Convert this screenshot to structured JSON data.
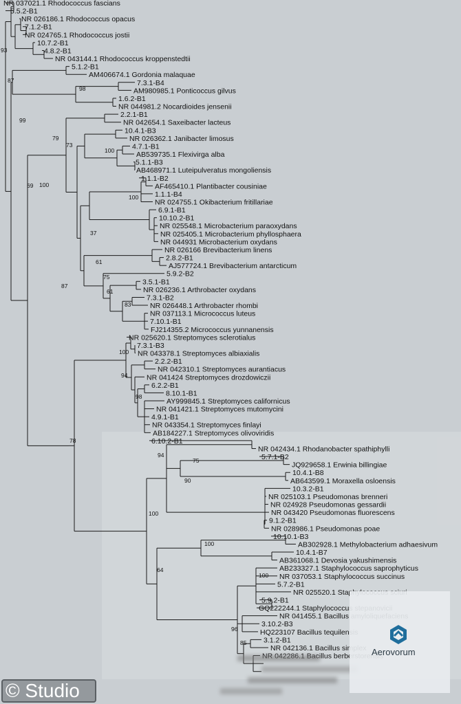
{
  "tree": {
    "leaves": [
      "NR 037021.1 Rhodococcus fascians",
      "5.5.2-B1",
      "NR 026186.1 Rhodococcus opacus",
      "7.1.2-B1",
      "NR 024765.1 Rhodococcus jostii",
      "10.7.2-B1",
      "4.8.2-B1",
      "NR 043144.1 Rhodococcus kroppenstedtii",
      "5.1.2-B1",
      "AM406674.1 Gordonia malaquae",
      "7.3.1-B4",
      "AM980985.1 Ponticoccus gilvus",
      "1.6.2-B1",
      "NR 044981.2 Nocardioides jensenii",
      "2.2.1-B1",
      "NR 042654.1 Saxeibacter lacteus",
      "10.4.1-B3",
      "NR 026362.1 Janibacter limosus",
      "4.7.1-B1",
      "AB539735.1 Flexivirga alba",
      "5.1.1-B3",
      "AB468971.1 Luteipulveratus mongoliensis",
      "1.1.1-B2",
      "AF465410.1 Plantibacter cousiniae",
      "1.1.1-B4",
      "NR 024755.1 Okibacterium fritillariae",
      "6.9.1-B1",
      "10.10.2-B1",
      "NR 025548.1 Microbacterium paraoxydans",
      "NR 025405.1 Microbacterium phyllosphaera",
      "NR 044931 Microbacterium oxydans",
      "NR 026166 Brevibacterium linens",
      "2.8.2-B1",
      "AJ577724.1 Brevibacterium antarcticum",
      "5.9.2-B2",
      "3.5.1-B1",
      "NR 026236.1 Arthrobacter oxydans",
      "7.3.1-B2",
      "NR 026448.1 Arthrobacter rhombi",
      "NR 037113.1 Micrococcus luteus",
      "7.10.1-B1",
      "FJ214355.2 Micrococcus yunnanensis",
      "NR 025620.1 Streptomyces sclerotialus",
      "7.3.1-B3",
      "NR 043378.1 Streptomyces albiaxialis",
      "2.2.2-B1",
      "NR 042310.1 Streptomyces aurantiacus",
      "NR 041424 Streptomyces drozdowiczii",
      "6.2.2-B1",
      "8.10.1-B1",
      "AY999845.1 Streptomyces californicus",
      "NR 041421.1 Streptomyces mutomycini",
      "4.9.1-B1",
      "NR 043354.1 Streptomyces finlayi",
      "AB184227.1 Streptomyces olivoviridis",
      "6.10.2-B1",
      "NR 042434.1 Rhodanobacter spathiphylli",
      "5.7.1-B2",
      "JQ929658.1 Erwinia billingiae",
      "10.4.1-B8",
      "AB643599.1 Moraxella osloensis",
      "10.3.2-B1",
      "NR 025103.1 Pseudomonas brenneri",
      "NR 024928 Pseudomonas gessardii",
      "NR 043420 Pseudomonas fluorescens",
      "9.1.2-B1",
      "NR 028986.1 Pseudomonas poae",
      "10.10.1-B3",
      "AB302928.1 Methylobacterium adhaesivum",
      "10.4.1-B7",
      "AB361068.1 Devosia yakushimensis",
      "AB233327.1 Staphylococcus saprophyticus",
      "NR 037053.1 Staphylococcus succinus",
      "5.7.2-B1",
      "NR 025520.1 Staphylococcus sciuri",
      "5.9.2-B1",
      "GQ222244.1 Staphylococcus stepanovicii",
      "NR 041455.1 Bacillus amyloliquefaciens",
      "3.10.2-B3",
      "HQ223107 Bacillus tequilensis",
      "3.1.2-B1",
      "NR 042136.1 Bacillus simplex",
      "NR 042286.1 Bacillus berberstorensis"
    ],
    "bootstrap": [
      "93",
      "87",
      "99",
      "98",
      "100",
      "73",
      "79",
      "100",
      "69",
      "100",
      "37",
      "61",
      "75",
      "61",
      "83",
      "87",
      "100",
      "94",
      "98",
      "78",
      "94",
      "75",
      "90",
      "100",
      "100",
      "64",
      "100",
      "96",
      "85"
    ]
  },
  "watermark": {
    "logo_name": "Aerovorum",
    "overlay_text": "© Studio"
  },
  "colors": {
    "background": "#c9ced2",
    "line": "#1a1a1a",
    "text": "#111111",
    "logo_blue": "#1f6e9c"
  }
}
